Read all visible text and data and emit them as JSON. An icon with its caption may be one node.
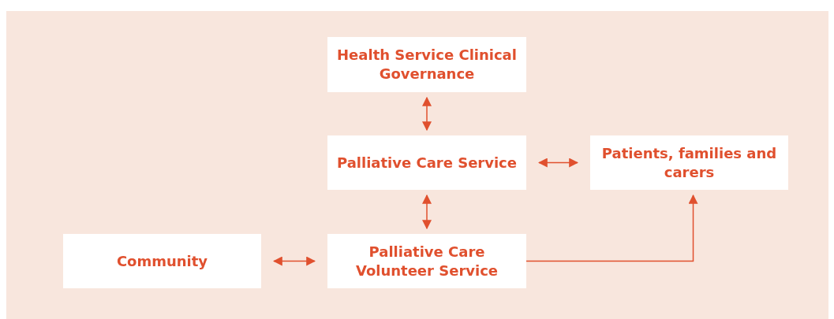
{
  "diagram": {
    "nodes": [
      {
        "text": [
          "Health Service Clinical Governance"
        ]
      },
      {
        "text": [
          "Palliative Care Service"
        ]
      },
      {
        "text": [
          "Patients, families and carers"
        ]
      },
      {
        "text": [
          "Community"
        ]
      },
      {
        "text": [
          "Palliative Care Volunteer Service"
        ]
      }
    ],
    "edges": [
      {
        "from": 0,
        "to": 1,
        "arrow": "both"
      },
      {
        "from": 1,
        "to": 2,
        "arrow": "both"
      },
      {
        "from": 1,
        "to": 4,
        "arrow": "both"
      },
      {
        "from": 3,
        "to": 4,
        "arrow": "both"
      },
      {
        "from": 4,
        "to": 2,
        "arrow": "to"
      }
    ]
  }
}
